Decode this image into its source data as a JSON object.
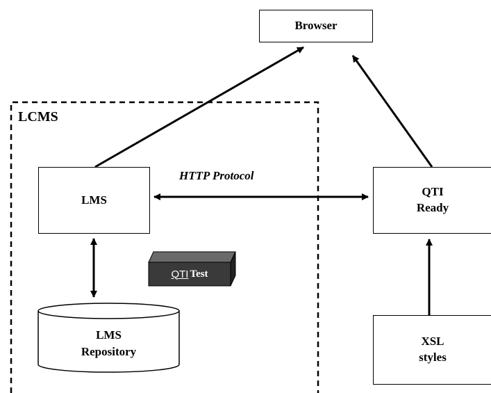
{
  "diagram": {
    "browser_label": "Browser",
    "lcms_label": "LCMS",
    "lms_label": "LMS",
    "http_label": "HTTP Protocol",
    "qti_ready_line1": "QTI",
    "qti_ready_line2": "Ready",
    "qti_test_abbr": "QTI",
    "qti_test_word": "Test",
    "repo_line1": "LMS",
    "repo_line2": "Repository",
    "xsl_line1": "XSL",
    "xsl_line2": "styles"
  },
  "colors": {
    "stroke": "#000000",
    "qti_test_front": "#3a3a3a",
    "qti_test_top": "#6a6a6a",
    "qti_test_side": "#222222",
    "qti_test_text": "#ffffff"
  }
}
